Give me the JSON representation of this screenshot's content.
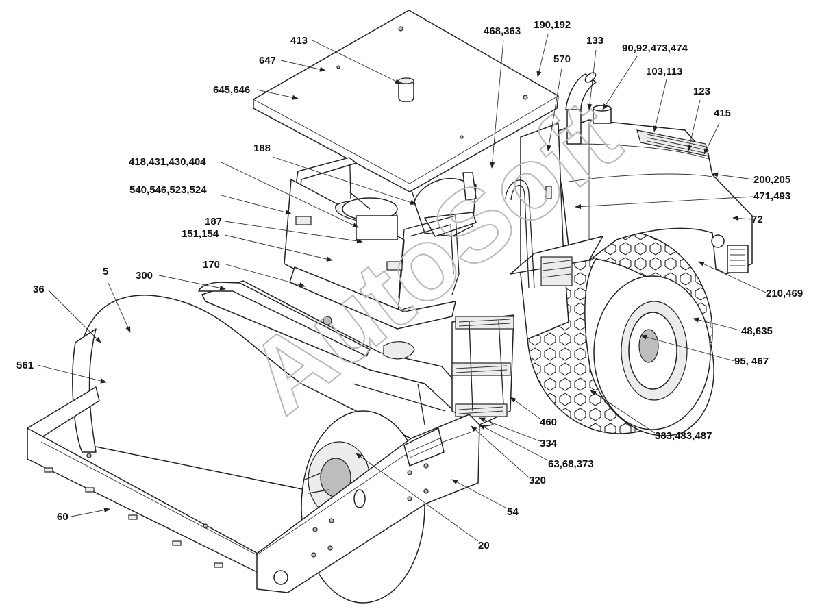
{
  "watermark": "AutoSoft",
  "labels": [
    {
      "text": "413"
    },
    {
      "text": "647"
    },
    {
      "text": "645,646"
    },
    {
      "text": "468,363"
    },
    {
      "text": "190,192"
    },
    {
      "text": "133"
    },
    {
      "text": "570"
    },
    {
      "text": "90,92,473,474"
    },
    {
      "text": "103,113"
    },
    {
      "text": "123"
    },
    {
      "text": "415"
    },
    {
      "text": "188"
    },
    {
      "text": "418,431,430,404"
    },
    {
      "text": "540,546,523,524"
    },
    {
      "text": "187"
    },
    {
      "text": "151,154"
    },
    {
      "text": "170"
    },
    {
      "text": "300"
    },
    {
      "text": "200,205"
    },
    {
      "text": "471,493"
    },
    {
      "text": "72"
    },
    {
      "text": "210,469"
    },
    {
      "text": "48,635"
    },
    {
      "text": "95, 467"
    },
    {
      "text": "5"
    },
    {
      "text": "36"
    },
    {
      "text": "561"
    },
    {
      "text": "460"
    },
    {
      "text": "334"
    },
    {
      "text": "383,483,487"
    },
    {
      "text": "63,68,373"
    },
    {
      "text": "320"
    },
    {
      "text": "54"
    },
    {
      "text": "60"
    },
    {
      "text": "20"
    }
  ]
}
